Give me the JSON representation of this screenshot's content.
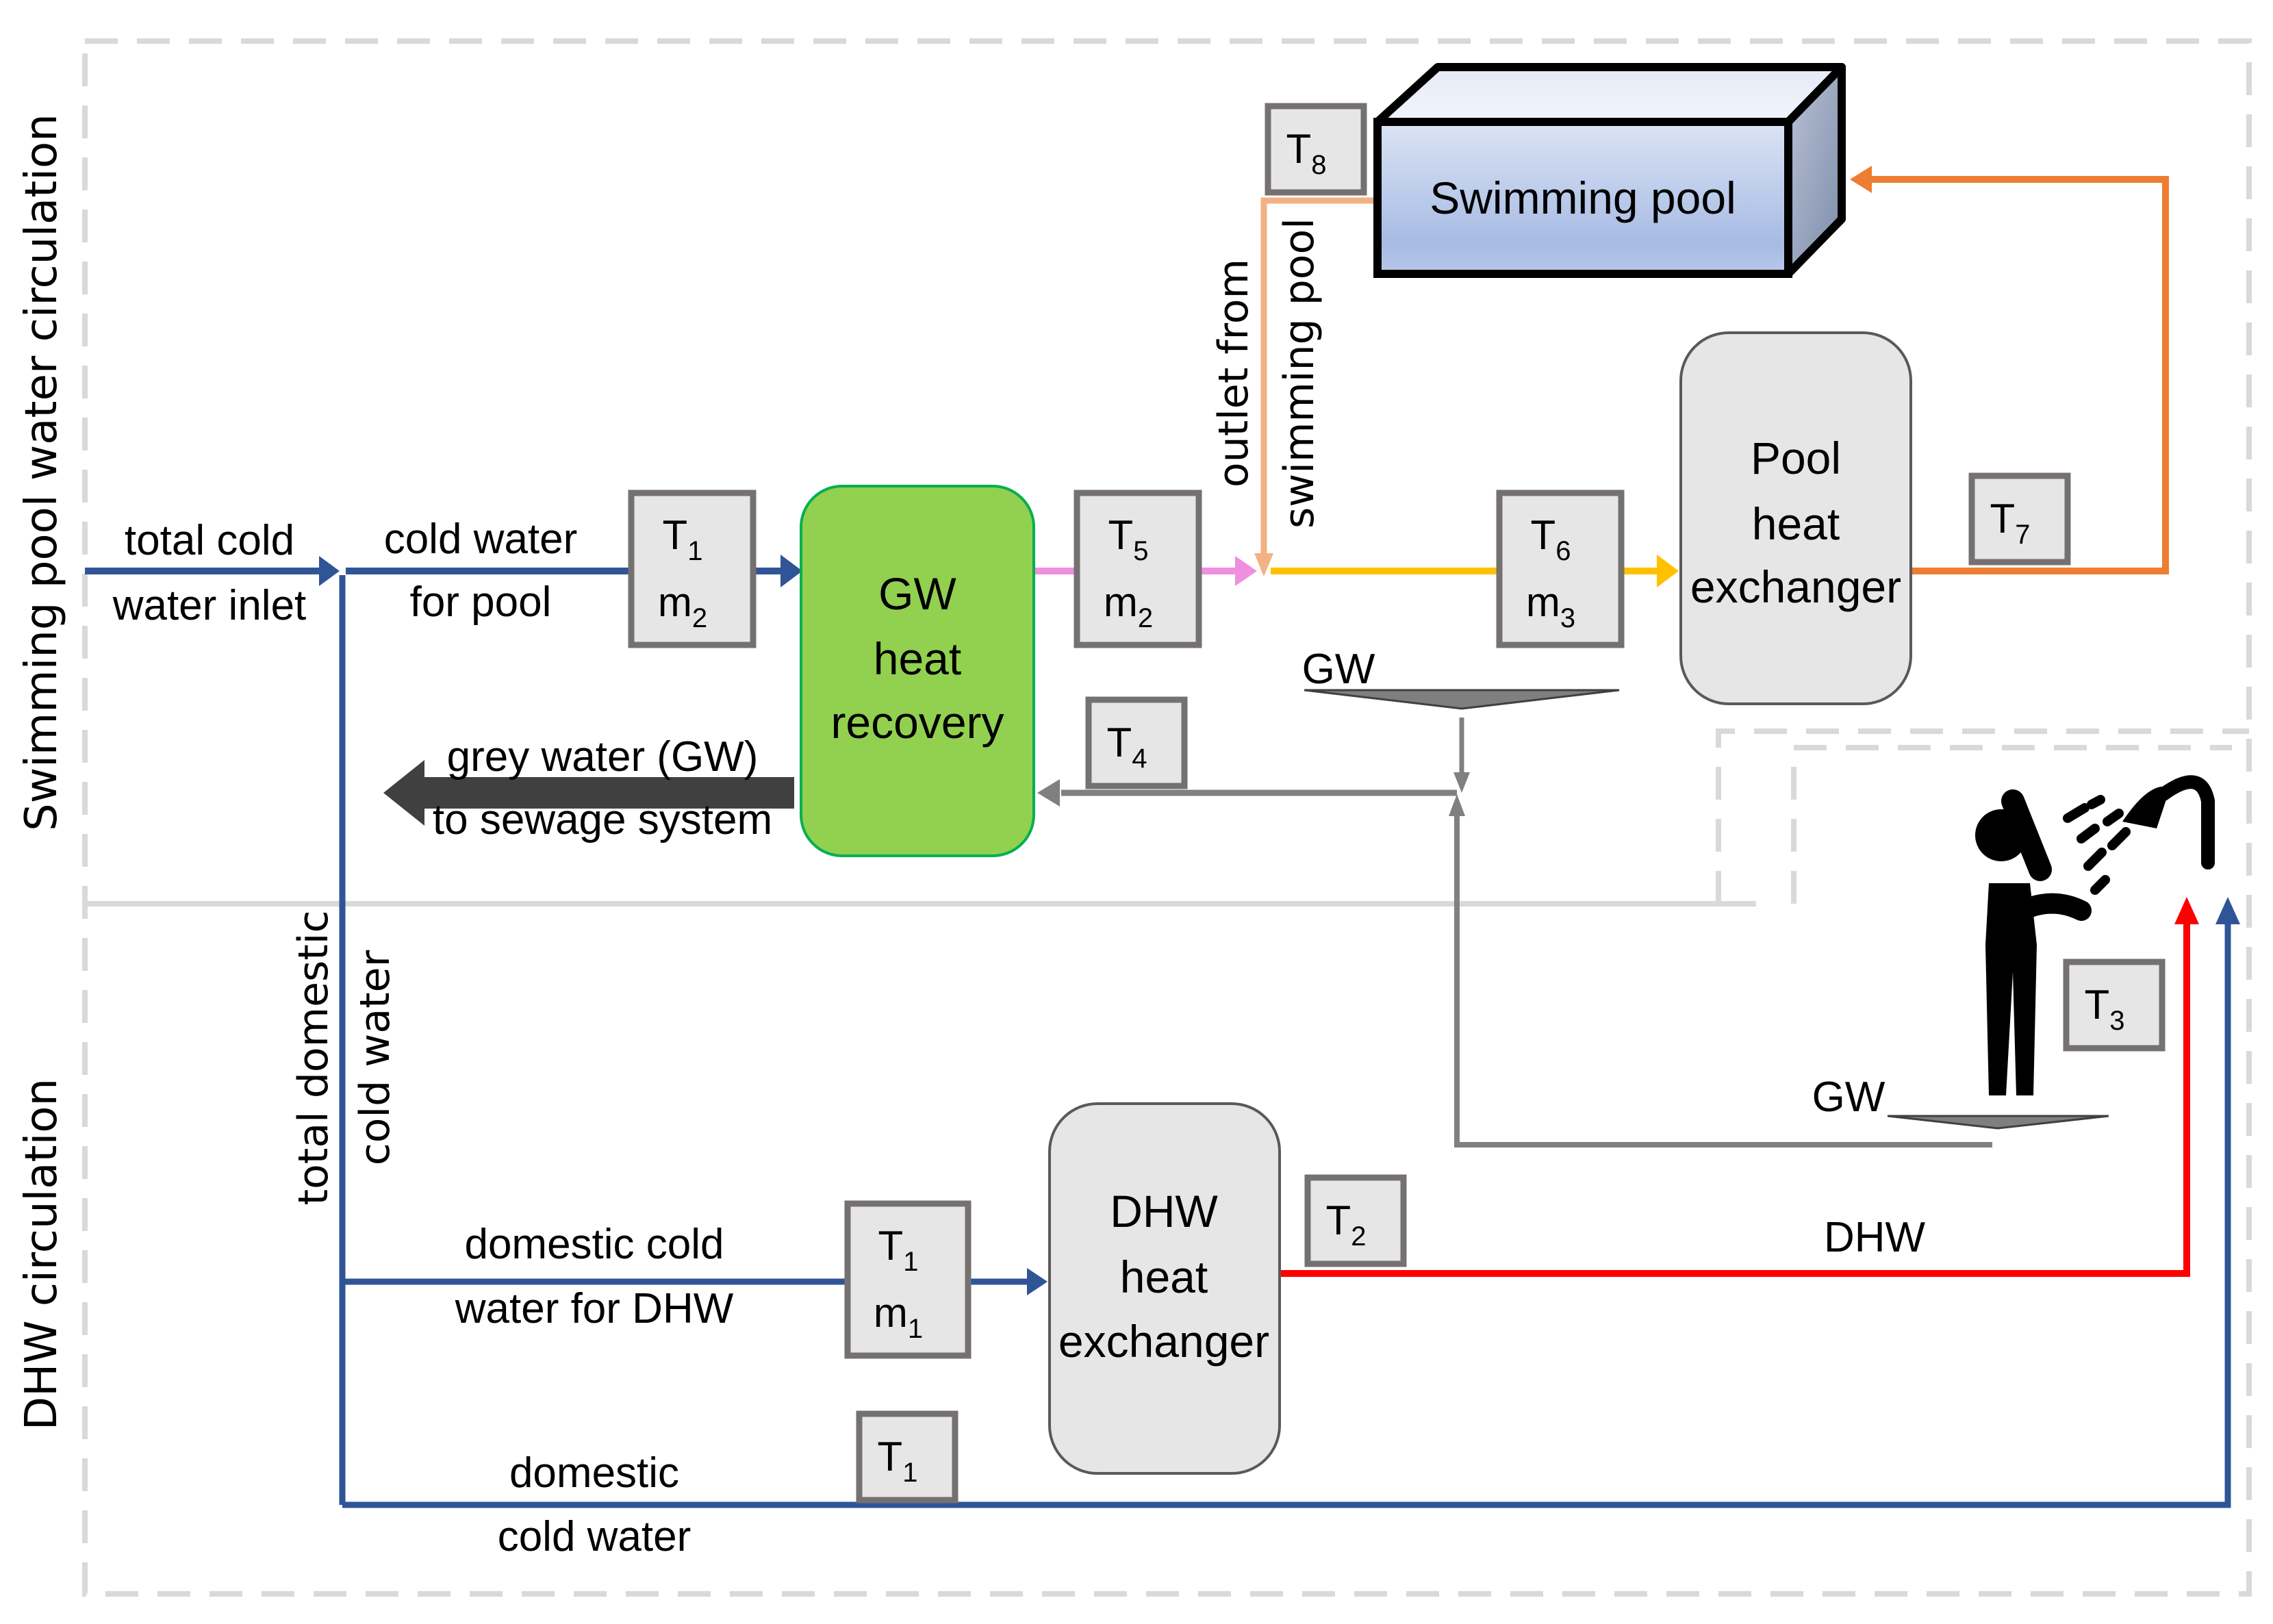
{
  "figure": {
    "regions": {
      "pool_circulation": "Swimming pool water circulation",
      "dhw_circulation": "DHW circulation"
    },
    "components": {
      "swimming_pool": "Swimming pool",
      "gw_heat_recovery": [
        "GW",
        "heat",
        "recovery"
      ],
      "pool_heat_exchanger": [
        "Pool",
        "heat",
        "exchanger"
      ],
      "dhw_heat_exchanger": [
        "DHW",
        "heat",
        "exchanger"
      ]
    },
    "flow_labels": {
      "total_cold_water_inlet": [
        "total cold",
        "water inlet"
      ],
      "cold_water_for_pool": [
        "cold water",
        "for pool"
      ],
      "outlet_from_pool": [
        "outlet   from",
        "swimming pool"
      ],
      "grey_water_sewage": [
        "grey water (GW)",
        "to sewage system"
      ],
      "total_domestic_cold_water": [
        "total domestic",
        "cold water"
      ],
      "domestic_cold_water_for_dhw": [
        "domestic cold",
        "water for DHW"
      ],
      "domestic_cold_water": [
        "domestic",
        "cold water"
      ],
      "dhw": "DHW",
      "gw_pool_drain": "GW",
      "gw_shower_drain": "GW"
    },
    "sensors": [
      {
        "id": "s-t1-pool",
        "lines": [
          {
            "base": "T",
            "sub": "1"
          },
          {
            "base": "m",
            "sub": "2"
          }
        ]
      },
      {
        "id": "s-t5",
        "lines": [
          {
            "base": "T",
            "sub": "5"
          },
          {
            "base": "m",
            "sub": "2"
          }
        ]
      },
      {
        "id": "s-t6",
        "lines": [
          {
            "base": "T",
            "sub": "6"
          },
          {
            "base": "m",
            "sub": "3"
          }
        ]
      },
      {
        "id": "s-t7",
        "lines": [
          {
            "base": "T",
            "sub": "7"
          }
        ]
      },
      {
        "id": "s-t8",
        "lines": [
          {
            "base": "T",
            "sub": "8"
          }
        ]
      },
      {
        "id": "s-t4",
        "lines": [
          {
            "base": "T",
            "sub": "4"
          }
        ]
      },
      {
        "id": "s-t3",
        "lines": [
          {
            "base": "T",
            "sub": "3"
          }
        ]
      },
      {
        "id": "s-t2",
        "lines": [
          {
            "base": "T",
            "sub": "2"
          }
        ]
      },
      {
        "id": "s-t1-dhw",
        "lines": [
          {
            "base": "T",
            "sub": "1"
          },
          {
            "base": "m",
            "sub": "1"
          }
        ]
      },
      {
        "id": "s-t1-dom",
        "lines": [
          {
            "base": "T",
            "sub": "1"
          }
        ]
      }
    ],
    "colors": {
      "cold_water": "#2f5597",
      "after_recovery": "#f08ee0",
      "mixed_pool": "#ffc000",
      "pool_return": "#ed7d31",
      "pool_outlet": "#f4b183",
      "grey_water": "#808080",
      "sewage": "#404040",
      "dhw_hot": "#ff0000",
      "gw_recovery_fill": "#92d050",
      "heat_exchanger_fill": "#e6e6e6",
      "pool_fill": "#aabde3"
    }
  }
}
